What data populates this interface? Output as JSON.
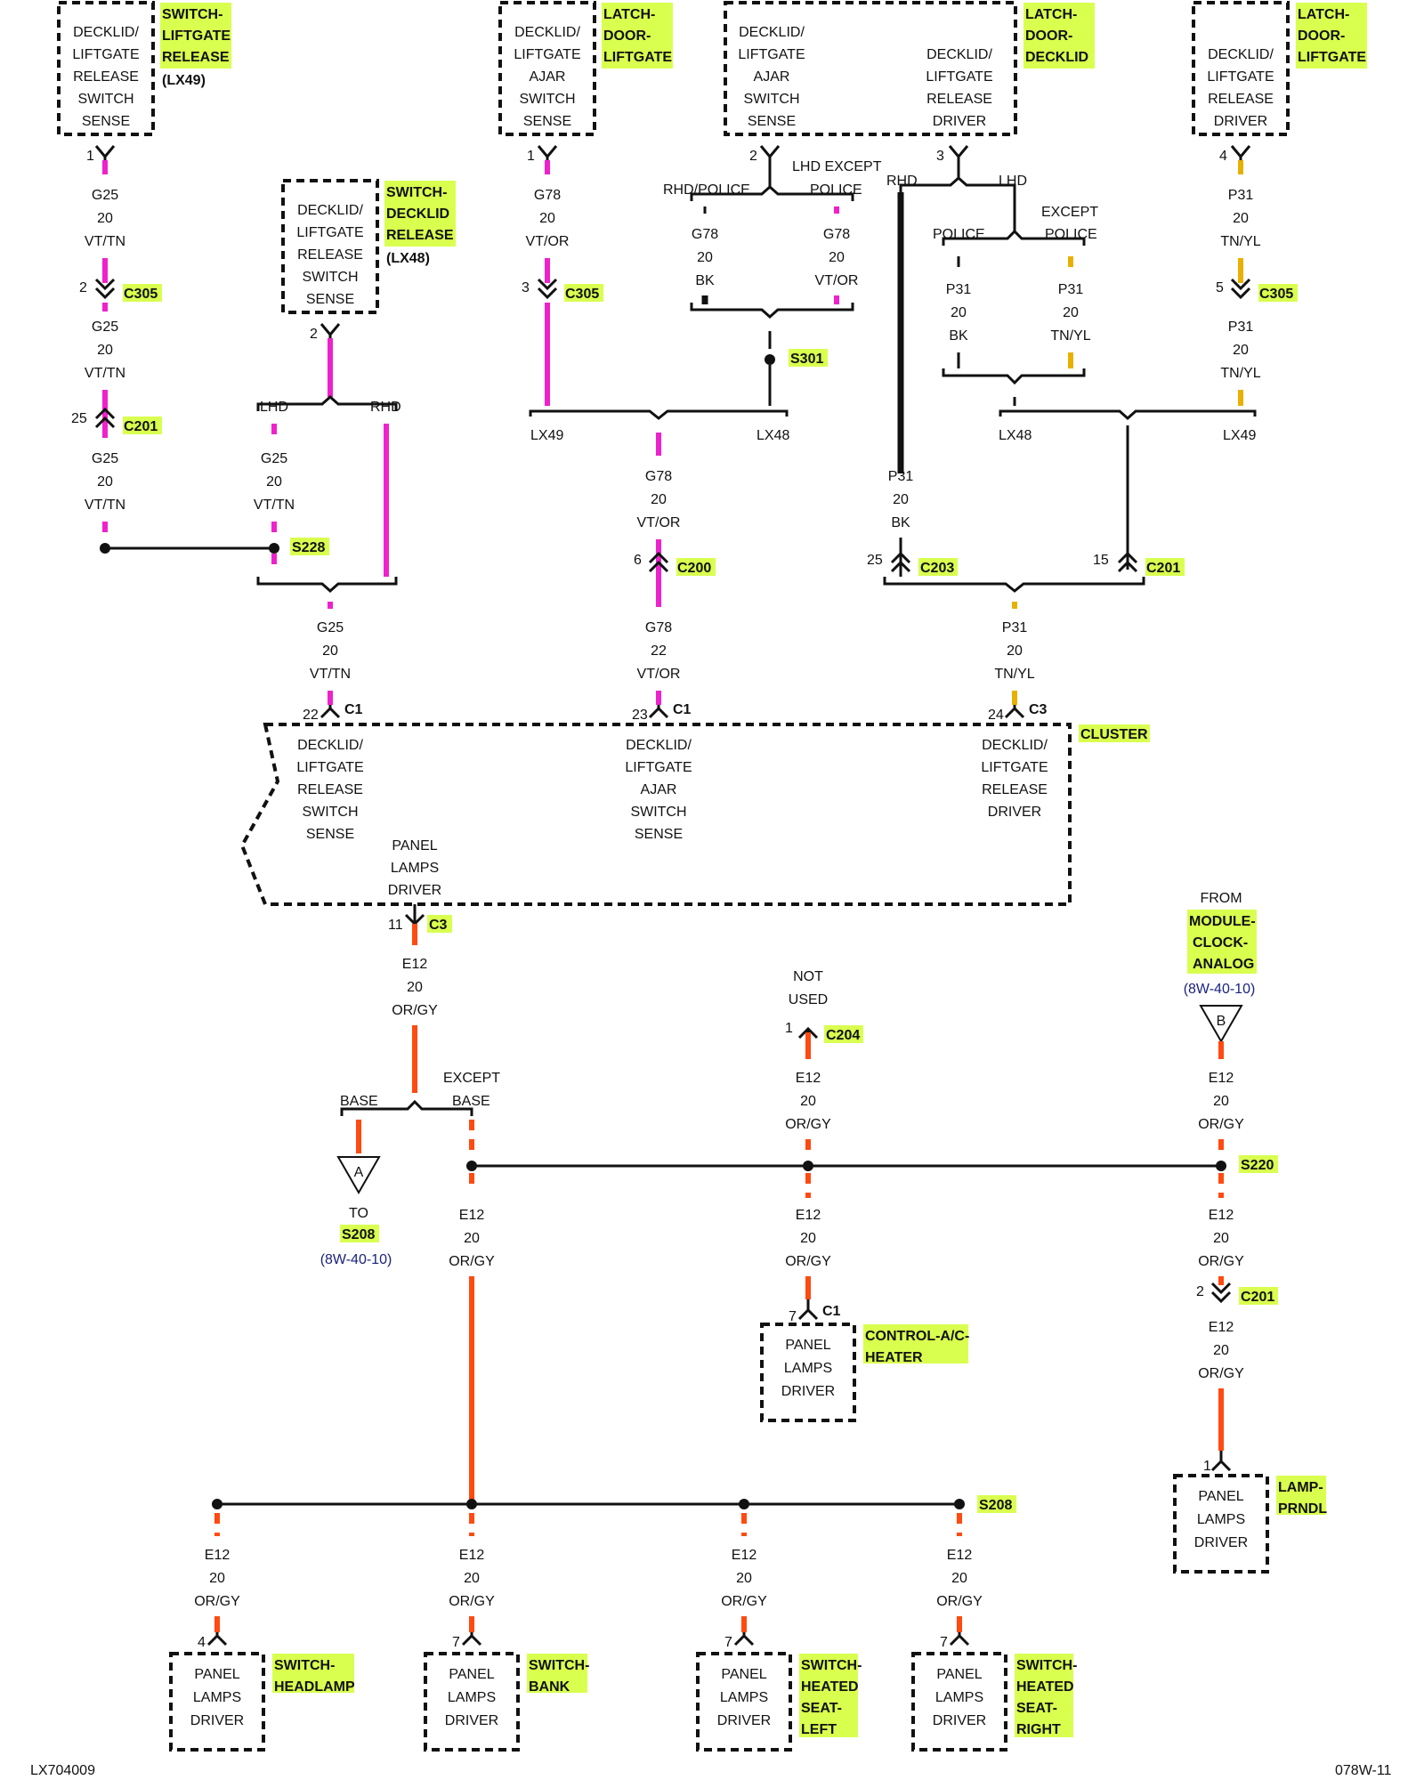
{
  "components": {
    "sw_lift": [
      "DECKLID/",
      "LIFTGATE",
      "RELEASE",
      "SWITCH",
      "SENSE"
    ],
    "sw_lift_title": [
      "SWITCH-",
      "LIFTGATE",
      "RELEASE"
    ],
    "sw_lift_sub": "(LX49)",
    "latch_lift_ajar": [
      "DECKLID/",
      "LIFTGATE",
      "AJAR",
      "SWITCH",
      "SENSE"
    ],
    "latch_lift_title": [
      "LATCH-",
      "DOOR-",
      "LIFTGATE"
    ],
    "latch_deck_left": [
      "DECKLID/",
      "LIFTGATE",
      "AJAR",
      "SWITCH",
      "SENSE"
    ],
    "latch_deck_right": [
      "DECKLID/",
      "LIFTGATE",
      "RELEASE",
      "DRIVER"
    ],
    "latch_deck_title": [
      "LATCH-",
      "DOOR-",
      "DECKLID"
    ],
    "latch_lift2": [
      "DECKLID/",
      "LIFTGATE",
      "RELEASE",
      "DRIVER"
    ],
    "latch_lift2_title": [
      "LATCH-",
      "DOOR-",
      "LIFTGATE"
    ],
    "sw_deck": [
      "DECKLID/",
      "LIFTGATE",
      "RELEASE",
      "SWITCH",
      "SENSE"
    ],
    "sw_deck_title": [
      "SWITCH-",
      "DECKLID",
      "RELEASE"
    ],
    "sw_deck_sub": "(LX48)",
    "cluster_title": "CLUSTER",
    "cluster_a": [
      "DECKLID/",
      "LIFTGATE",
      "RELEASE",
      "SWITCH",
      "SENSE"
    ],
    "cluster_b": [
      "DECKLID/",
      "LIFTGATE",
      "AJAR",
      "SWITCH",
      "SENSE"
    ],
    "cluster_c": [
      "DECKLID/",
      "LIFTGATE",
      "RELEASE",
      "DRIVER"
    ],
    "cluster_d": [
      "PANEL",
      "LAMPS",
      "DRIVER"
    ],
    "panel": [
      "PANEL",
      "LAMPS",
      "DRIVER"
    ],
    "ctrl_title": [
      "CONTROL-A/C-",
      "HEATER"
    ],
    "lamp_title": [
      "LAMP-",
      "PRNDL"
    ],
    "sw_headlamp_title": [
      "SWITCH-",
      "HEADLAMP"
    ],
    "sw_bank_title": [
      "SWITCH-",
      "BANK"
    ],
    "sw_hsl_title": [
      "SWITCH-",
      "HEATED",
      "SEAT-",
      "LEFT"
    ],
    "sw_hsr_title": [
      "SWITCH-",
      "HEATED",
      "SEAT-",
      "RIGHT"
    ]
  },
  "wires": {
    "g25_vttn": [
      "G25",
      "20",
      "VT/TN"
    ],
    "g78_vtor": [
      "G78",
      "20",
      "VT/OR"
    ],
    "g78_22_vtor": [
      "G78",
      "22",
      "VT/OR"
    ],
    "g78_bk": [
      "G78",
      "20",
      "BK"
    ],
    "p31_tnyl": [
      "P31",
      "20",
      "TN/YL"
    ],
    "p31_bk": [
      "P31",
      "20",
      "BK"
    ],
    "e12_orgy": [
      "E12",
      "20",
      "OR/GY"
    ]
  },
  "connectors": {
    "c305": "C305",
    "c201": "C201",
    "c200": "C200",
    "c203": "C203",
    "c1": "C1",
    "c3": "C3",
    "c204": "C204",
    "s228": "S228",
    "s301": "S301",
    "s220": "S220",
    "s208": "S208"
  },
  "labels": {
    "lhd": "LHD",
    "rhd": "RHD",
    "lx49": "LX49",
    "lx48": "LX48",
    "rhd_police": "RHD/POLICE",
    "lhd_except": "LHD EXCEPT",
    "police": "POLICE",
    "except": "EXCEPT",
    "base": "BASE",
    "not": "NOT",
    "used": "USED",
    "from": "FROM",
    "to": "TO",
    "s208_ref": "S208",
    "ref": "(8W-40-10)",
    "module_title": [
      "MODULE-",
      "CLOCK-",
      "ANALOG"
    ],
    "marker_a": "A",
    "marker_b": "B",
    "footer_left": "LX704009",
    "footer_right": "078W-11"
  },
  "pins": {
    "p1": "1",
    "p2": "2",
    "p3": "3",
    "p4": "4",
    "p5": "5",
    "p6": "6",
    "p7": "7",
    "p11": "11",
    "p15": "15",
    "p22": "22",
    "p23": "23",
    "p24": "24",
    "p25": "25"
  },
  "colors": {
    "pink": "#ee22cc",
    "yellow": "#e8b000",
    "orange": "#ff4a10",
    "black": "#111111",
    "highlight": "#d9ff4f"
  }
}
